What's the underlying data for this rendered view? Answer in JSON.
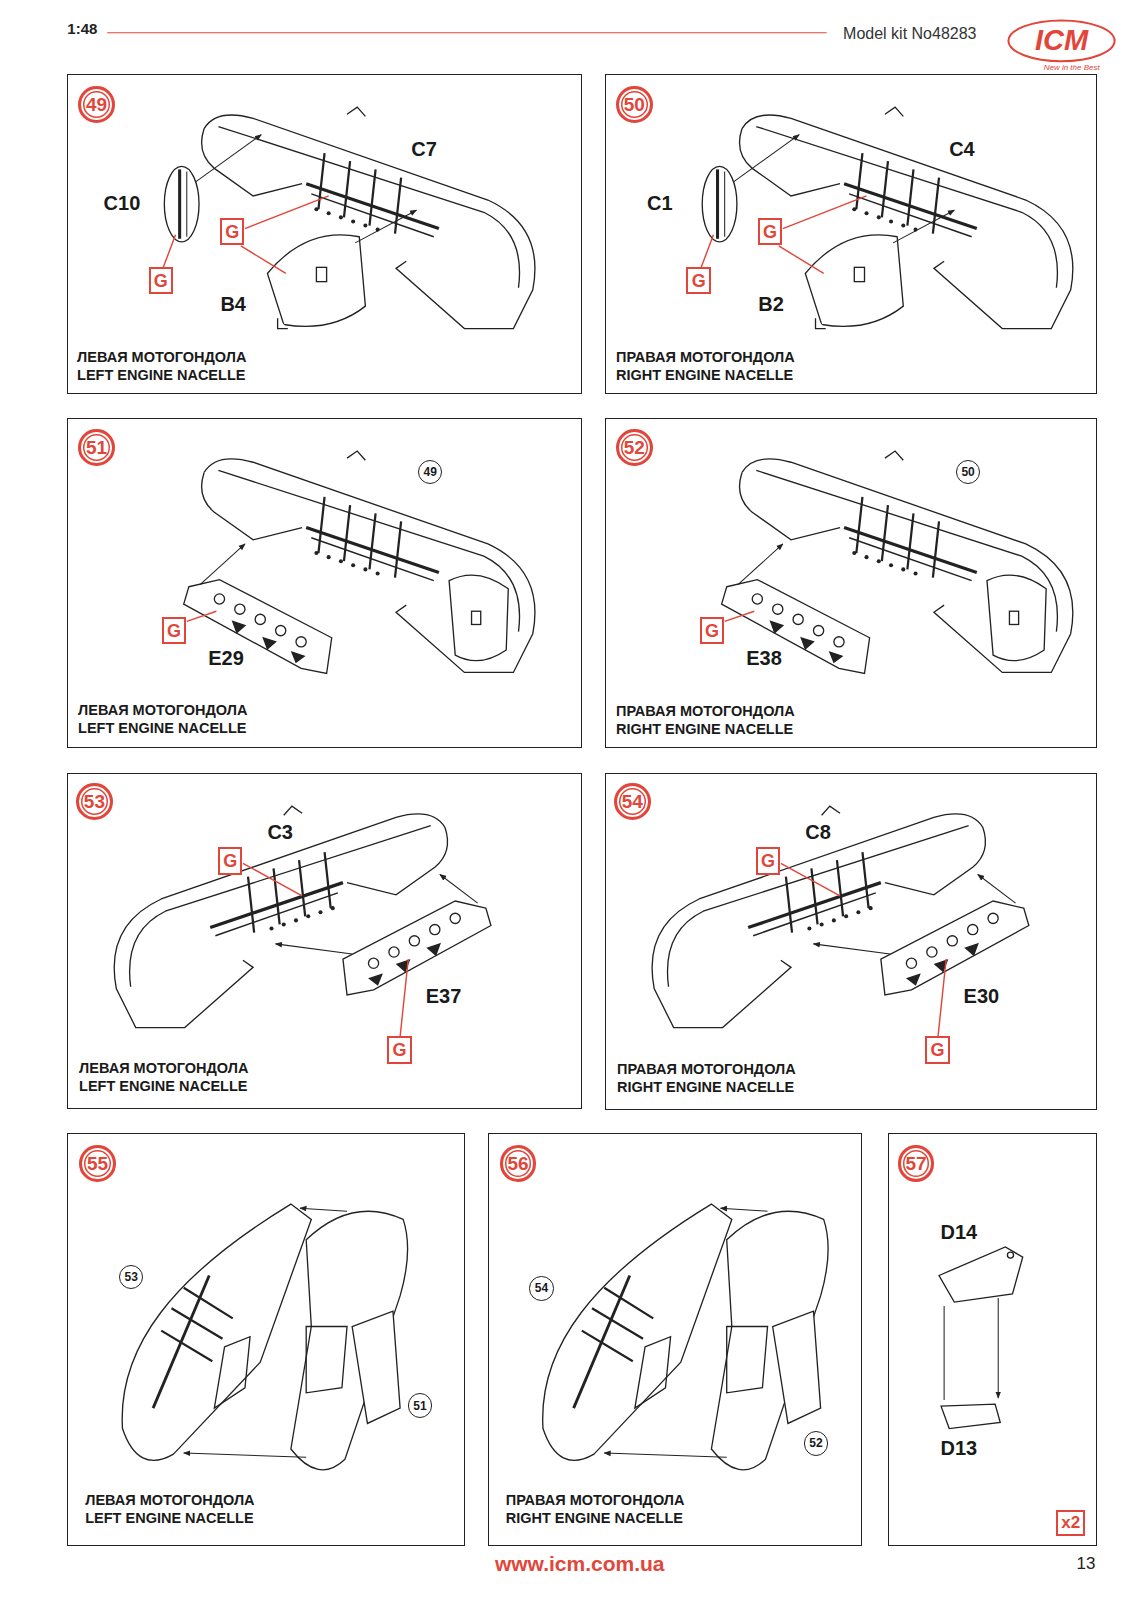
{
  "diagram": {
    "nodes": [
      {
        "text": [
          "C7",
          "C10",
          "B4",
          "ЛЕВАЯ МОТОГОНДОЛА",
          "LEFT ENGINE NACELLE"
        ]
      },
      {
        "text": [
          "49"
        ],
        "in": 0
      },
      {
        "text": [
          "G"
        ],
        "in": 0
      },
      {
        "text": [
          "G"
        ],
        "in": 0
      },
      {
        "text": [
          "C4",
          "C1",
          "B2",
          "ПРАВАЯ МОТОГОНДОЛА",
          "RIGHT ENGINE NACELLE"
        ]
      },
      {
        "text": [
          "50"
        ],
        "in": 4
      },
      {
        "text": [
          "G"
        ],
        "in": 4
      },
      {
        "text": [
          "G"
        ],
        "in": 4
      },
      {
        "text": [
          "E29",
          "ЛЕВАЯ МОТОГОНДОЛА",
          "LEFT ENGINE NACELLE"
        ]
      },
      {
        "text": [
          "51"
        ],
        "in": 8
      },
      {
        "text": [
          "49"
        ],
        "in": 8
      },
      {
        "text": [
          "G"
        ],
        "in": 8
      },
      {
        "text": [
          "E38",
          "ПРАВАЯ МОТОГОНДОЛА",
          "RIGHT ENGINE NACELLE"
        ]
      },
      {
        "text": [
          "52"
        ],
        "in": 12
      },
      {
        "text": [
          "50"
        ],
        "in": 12
      },
      {
        "text": [
          "G"
        ],
        "in": 12
      },
      {
        "text": [
          "C3",
          "E37",
          "ЛЕВАЯ МОТОГОНДОЛА",
          "LEFT ENGINE NACELLE"
        ]
      },
      {
        "text": [
          "53"
        ],
        "in": 16
      },
      {
        "text": [
          "G"
        ],
        "in": 16
      },
      {
        "text": [
          "G"
        ],
        "in": 16
      },
      {
        "text": [
          "C8",
          "E30",
          "ПРАВАЯ МОТОГОНДОЛА",
          "RIGHT ENGINE NACELLE"
        ]
      },
      {
        "text": [
          "54"
        ],
        "in": 20
      },
      {
        "text": [
          "G"
        ],
        "in": 20
      },
      {
        "text": [
          "G"
        ],
        "in": 20
      },
      {
        "text": [
          "ЛЕВАЯ МОТОГОНДОЛА",
          "LEFT ENGINE NACELLE"
        ]
      },
      {
        "text": [
          "55"
        ],
        "in": 24
      },
      {
        "text": [
          "53"
        ],
        "in": 24
      },
      {
        "text": [
          "51"
        ],
        "in": 24
      },
      {
        "text": [
          "ПРАВАЯ МОТОГОНДОЛА",
          "RIGHT ENGINE NACELLE"
        ]
      },
      {
        "text": [
          "56"
        ],
        "in": 28
      },
      {
        "text": [
          "54"
        ],
        "in": 28
      },
      {
        "text": [
          "52"
        ],
        "in": 28
      },
      {
        "text": [
          "D14",
          "D13"
        ]
      },
      {
        "text": [
          "57"
        ],
        "in": 32
      },
      {
        "text": [
          "x2"
        ],
        "in": 32
      }
    ],
    "labels": [
      "1:48",
      "Model kit No48283",
      "ICM",
      "New in the Best",
      "www.icm.com.ua",
      "13"
    ]
  }
}
